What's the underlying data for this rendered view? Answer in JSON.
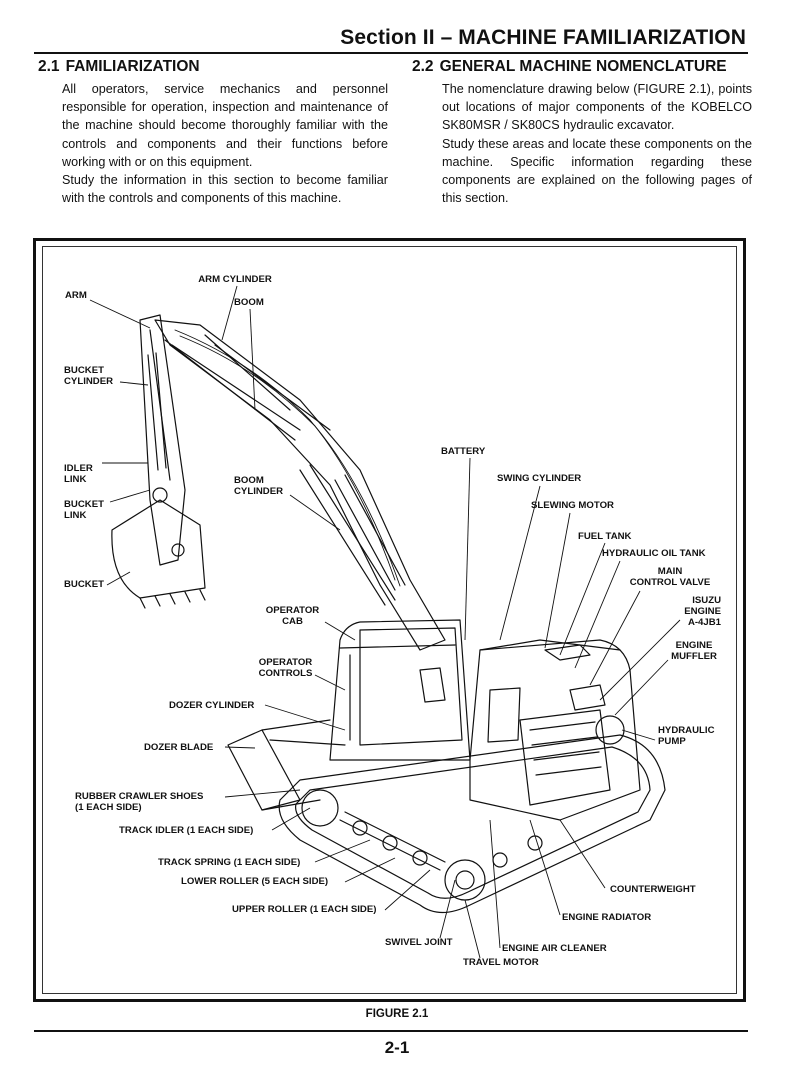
{
  "header": {
    "section_title": "Section II – MACHINE FAMILIARIZATION"
  },
  "left_section": {
    "number": "2.1",
    "heading": "FAMILIARIZATION",
    "paragraph_1": "All operators, service mechanics and personnel responsible for operation, inspection and maintenance of the machine should become thoroughly familiar with the controls and components and their functions before working with or on this equipment.",
    "paragraph_2": "Study the information in this section to become familiar with the controls and components of this machine."
  },
  "right_section": {
    "number": "2.2",
    "heading": "GENERAL MACHINE NOMENCLATURE",
    "paragraph_1": "The nomenclature drawing below (FIGURE 2.1), points out locations of major components of the KOBELCO SK80MSR / SK80CS hydraulic excavator.",
    "paragraph_2": "Study these areas and locate these components on the machine. Specific information regarding these components are explained on the following pages of this section."
  },
  "figure": {
    "labels": {
      "arm_cylinder": "ARM CYLINDER",
      "arm": "ARM",
      "boom": "BOOM",
      "bucket_cylinder": "BUCKET\nCYLINDER",
      "idler_link": "IDLER\nLINK",
      "bucket_link": "BUCKET\nLINK",
      "bucket": "BUCKET",
      "boom_cylinder": "BOOM\nCYLINDER",
      "battery": "BATTERY",
      "swing_cylinder": "SWING CYLINDER",
      "slewing_motor": "SLEWING MOTOR",
      "fuel_tank": "FUEL TANK",
      "hydraulic_oil_tank": "HYDRAULIC OIL TANK",
      "main_control_valve": "MAIN\nCONTROL VALVE",
      "isuzu_engine": "ISUZU\nENGINE\nA-4JB1",
      "engine_muffler": "ENGINE\nMUFFLER",
      "operator_cab": "OPERATOR\nCAB",
      "operator_controls": "OPERATOR\nCONTROLS",
      "dozer_cylinder": "DOZER CYLINDER",
      "hydraulic_pump": "HYDRAULIC\nPUMP",
      "dozer_blade": "DOZER BLADE",
      "rubber_crawler_shoes": "RUBBER CRAWLER SHOES\n(1 EACH SIDE)",
      "track_idler": "TRACK IDLER (1 EACH SIDE)",
      "track_spring": "TRACK SPRING (1 EACH SIDE)",
      "lower_roller": "LOWER ROLLER (5 EACH SIDE)",
      "counterweight": "COUNTERWEIGHT",
      "upper_roller": "UPPER ROLLER (1 EACH SIDE)",
      "engine_radiator": "ENGINE RADIATOR",
      "swivel_joint": "SWIVEL JOINT",
      "engine_air_cleaner": "ENGINE AIR CLEANER",
      "travel_motor": "TRAVEL MOTOR"
    },
    "caption": "FIGURE 2.1"
  },
  "footer": {
    "page_number": "2-1"
  }
}
